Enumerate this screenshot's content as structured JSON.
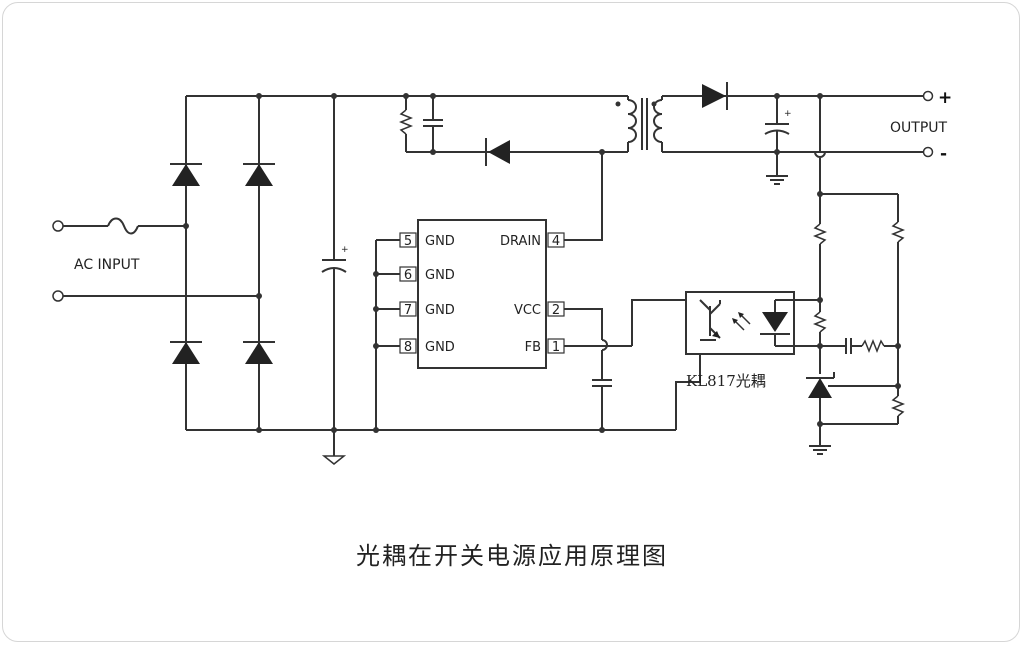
{
  "labels": {
    "ac_input": "AC INPUT",
    "output": "OUTPUT",
    "plus": "+",
    "minus": "-",
    "optocoupler": "KL817光耦",
    "caption": "光耦在开关电源应用原理图"
  },
  "ic": {
    "left_pins": [
      {
        "num": "5",
        "name": "GND"
      },
      {
        "num": "6",
        "name": "GND"
      },
      {
        "num": "7",
        "name": "GND"
      },
      {
        "num": "8",
        "name": "GND"
      }
    ],
    "right_pins": [
      {
        "num": "4",
        "name": "DRAIN"
      },
      {
        "num": "2",
        "name": "VCC"
      },
      {
        "num": "1",
        "name": "FB"
      }
    ]
  },
  "cap_polarity": "+"
}
